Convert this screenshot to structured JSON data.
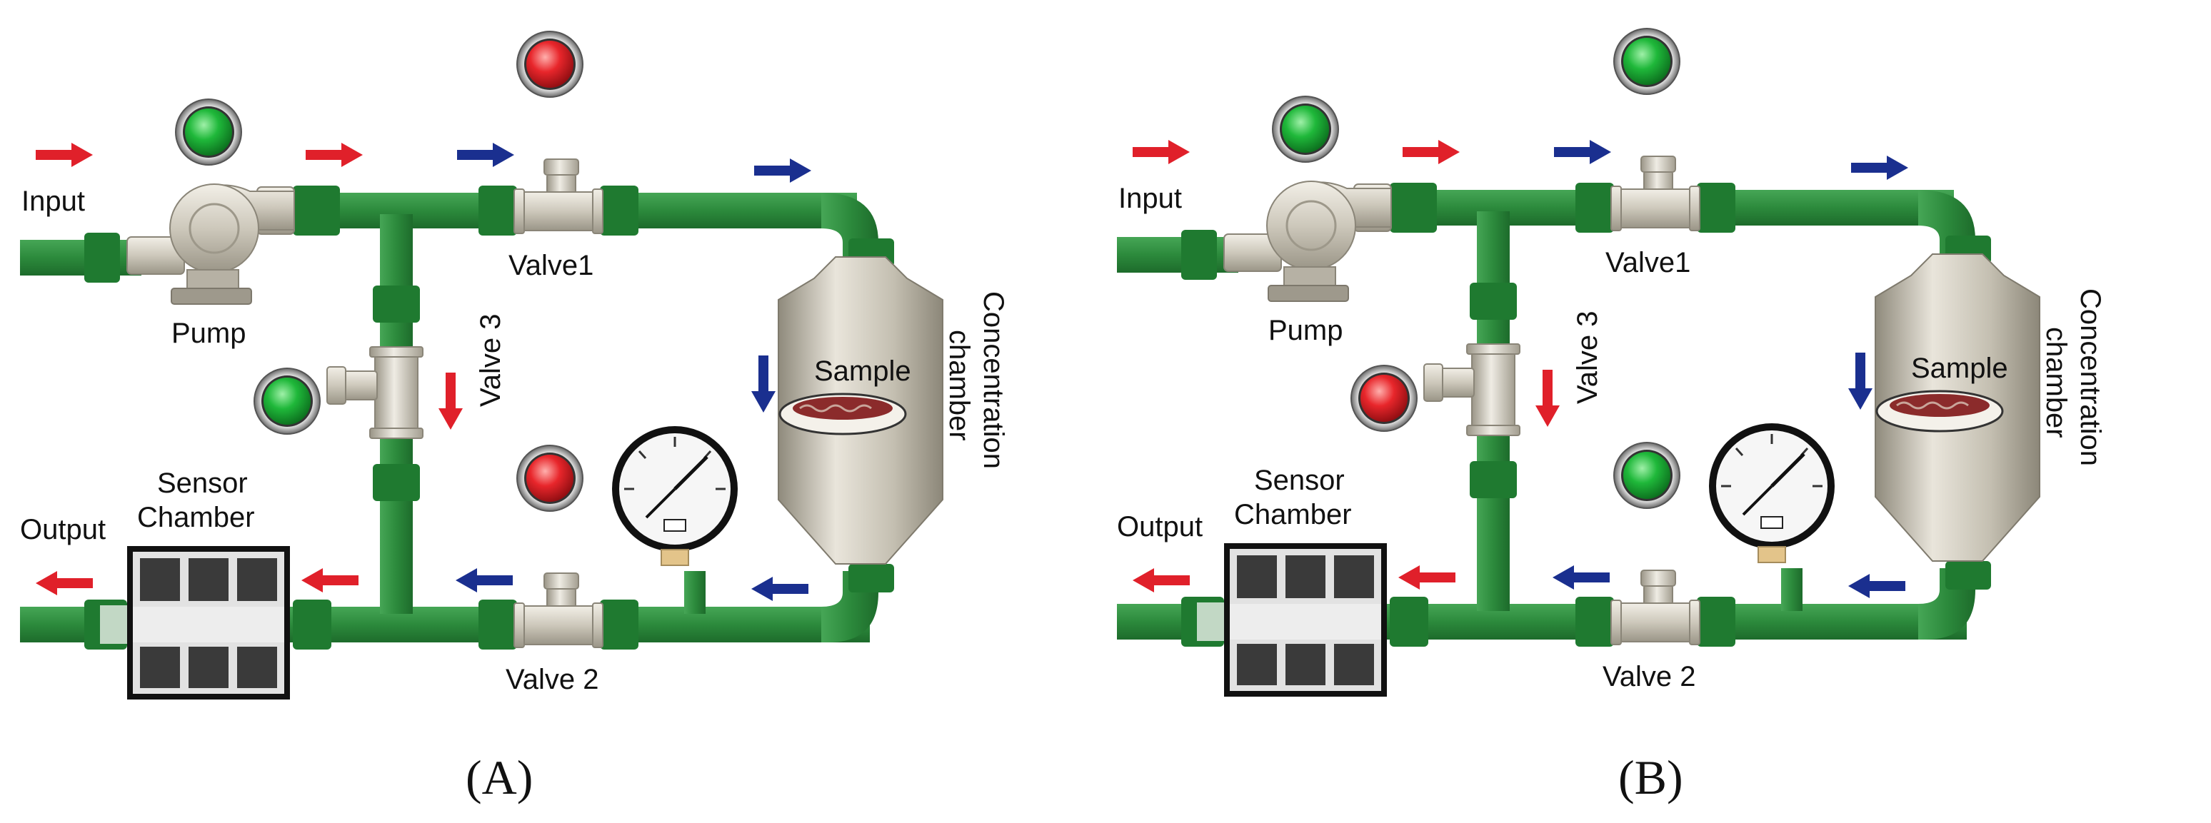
{
  "panels": [
    {
      "id": "A",
      "caption": "(A)",
      "labels": {
        "input": "Input",
        "output": "Output",
        "pump": "Pump",
        "valve1": "Valve1",
        "valve2": "Valve 2",
        "valve3": "Valve 3",
        "sample": "Sample",
        "concentration_line1": "Concentration",
        "concentration_line2": "chamber",
        "sensor_line1": "Sensor",
        "sensor_line2": "Chamber"
      },
      "indicators": {
        "pump": "green",
        "valve1": "red",
        "valve2": "red",
        "valve3": "green"
      }
    },
    {
      "id": "B",
      "caption": "(B)",
      "labels": {
        "input": "Input",
        "output": "Output",
        "pump": "Pump",
        "valve1": "Valve1",
        "valve2": "Valve 2",
        "valve3": "Valve 3",
        "sample": "Sample",
        "concentration_line1": "Concentration",
        "concentration_line2": "chamber",
        "sensor_line1": "Sensor",
        "sensor_line2": "Chamber"
      },
      "indicators": {
        "pump": "green",
        "valve1": "green",
        "valve2": "green",
        "valve3": "red"
      }
    }
  ],
  "colors": {
    "pipe": "#2e8b3e",
    "pipe_joint": "#1f7a30",
    "indicator_green": "#1fb83a",
    "indicator_red": "#e8262b",
    "arrow_red": "#e0202a",
    "arrow_blue": "#1a2f8f",
    "chamber": "#bdb7a7",
    "metal": "#cfcabd",
    "sensor_cell": "#3a3a3a"
  }
}
